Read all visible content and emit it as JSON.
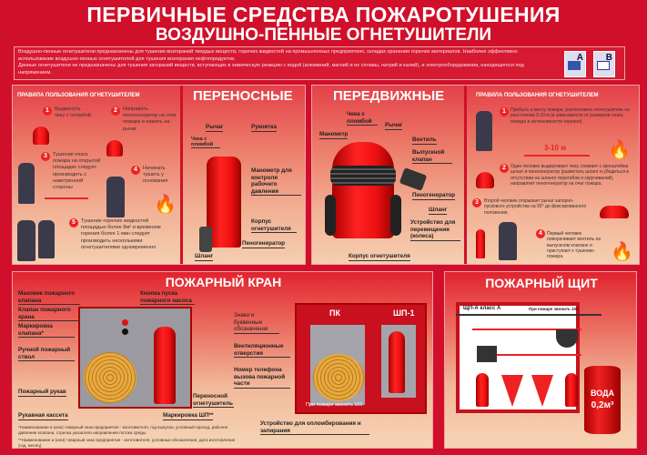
{
  "title": "ПЕРВИЧНЫЕ СРЕДСТВА ПОЖАРОТУШЕНИЯ",
  "subtitle": "ВОЗДУШНО-ПЕННЫЕ ОГНЕТУШИТЕЛИ",
  "intro": {
    "p1": "Воздушно-пенные огнетушители предназначены для тушения возгораний твердых веществ, горючих жидкостей на промышленных предприятиях, складах хранения горючих материалов. Наиболее эффективно использование воздушно-пенных огнетушителей для тушения возгорания нефтепродуктов.",
    "p2": "Данные огнетушители не предназначены для тушения загораний веществ, вступающих в химическую реакцию с водой (алюминий, магний и их сплавы, натрий и калий), и электрооборудования, находящегося под напряжением.",
    "class_a": "A",
    "class_b": "B"
  },
  "portable": {
    "rules_title": "ПРАВИЛА ПОЛЬЗОВАНИЯ ОГНЕТУШИТЕЛЕМ",
    "title": "ПЕРЕНОСНЫЕ",
    "steps": [
      {
        "n": "1",
        "text": "Выдернуть чеку с пломбой"
      },
      {
        "n": "2",
        "text": "Направить пеногенератор на очаг пожара и нажать на рычаг"
      },
      {
        "n": "3",
        "text": "Тушение очага пожара на открытой площадке следует производить с наветренной стороны"
      },
      {
        "n": "4",
        "text": "Начинать тушить у основания"
      },
      {
        "n": "5",
        "text": "Тушение горючих жидкостей площадью более 8м² и временем горения более 1 мин следует производить несколькими огнетушителями одновременно"
      }
    ],
    "labels": {
      "lever": "Рычаг",
      "handle": "Рукоятка",
      "pin": "Чека с пломбой",
      "gauge": "Манометр для контроля рабочего давления",
      "body": "Корпус огнетушителя",
      "foam": "Пеногенератор",
      "hose": "Шланг"
    }
  },
  "mobile": {
    "title": "ПЕРЕДВИЖНЫЕ",
    "rules_title": "ПРАВИЛА ПОЛЬЗОВАНИЯ ОГНЕТУШИТЕЛЕМ",
    "labels": {
      "pin": "Чека с пломбой",
      "lever": "Рычаг",
      "gauge": "Манометр",
      "valve": "Вентиль",
      "outlet": "Выпускной клапан",
      "foam": "Пеногенератор",
      "hose": "Шланг",
      "wheels": "Устройство для перемещения (колеса)",
      "body": "Корпус огнетушителя"
    },
    "distance": "3-10 м",
    "steps": [
      {
        "n": "1",
        "text": "Прибыть к месту пожара, расположить огнетушитель на расстоянии 3-10 м (в зависимости от размеров очага пожара и интенсивности горения)."
      },
      {
        "n": "2",
        "text": "Один человек выдергивает чеку, снимает с кронштейна шланг и пеногенератор (размотать шланг и убедиться в отсутствии на шланге перегибов и скручиваний), направляет пеногенератор на очаг пожара."
      },
      {
        "n": "3",
        "text": "Второй человек открывает рычаг запорно-пускового устройства на 90° до фиксированного положения."
      },
      {
        "n": "4",
        "text": "Первый человек поворачивает вентиль на выпускном клапане и приступает к тушению пожара."
      }
    ]
  },
  "hydrant": {
    "title": "ПОЖАРНЫЙ КРАН",
    "labels": {
      "wheel": "Маховик пожарного клапана",
      "valve": "Клапан пожарного крана",
      "valve_mark": "Маркировка клапана*",
      "nozzle": "Ручной пожарный ствол",
      "hose": "Пожарный рукав",
      "cassette": "Рукавная кассета",
      "pump_button": "Кнопка пуска пожарного насоса",
      "portable": "Переносной огнетушитель",
      "shp_mark": "Маркировка ШП**",
      "signs": "Знаки и буквенные обозначения",
      "vents": "Вентиляционные отверстия",
      "phone": "Номер телефона вызова пожарной части",
      "seal": "Устройство для опломбирования и запирания"
    },
    "pk": "ПК",
    "shp": "ШП-1",
    "call": "При пожаре звонить 101",
    "foot1": "*Наименование и (или) товарный знак предприятия - изготовителя, год выпуска, условный проход, рабочее давление клапана, стрелка указателя направления потока среды.",
    "foot2": "**Наименование и (или) товарный знак предприятия - изготовителя, условные обозначения, дата изготовления (год, месяц)."
  },
  "shield": {
    "title": "ПОЖАРНЫЙ ЩИТ",
    "board_name": "ЩП-А класс А",
    "call": "При пожаре звонить 101",
    "water": "ВОДА",
    "volume": "0,2м³"
  },
  "colors": {
    "background": "#d0102a",
    "accent": "#e22222"
  }
}
